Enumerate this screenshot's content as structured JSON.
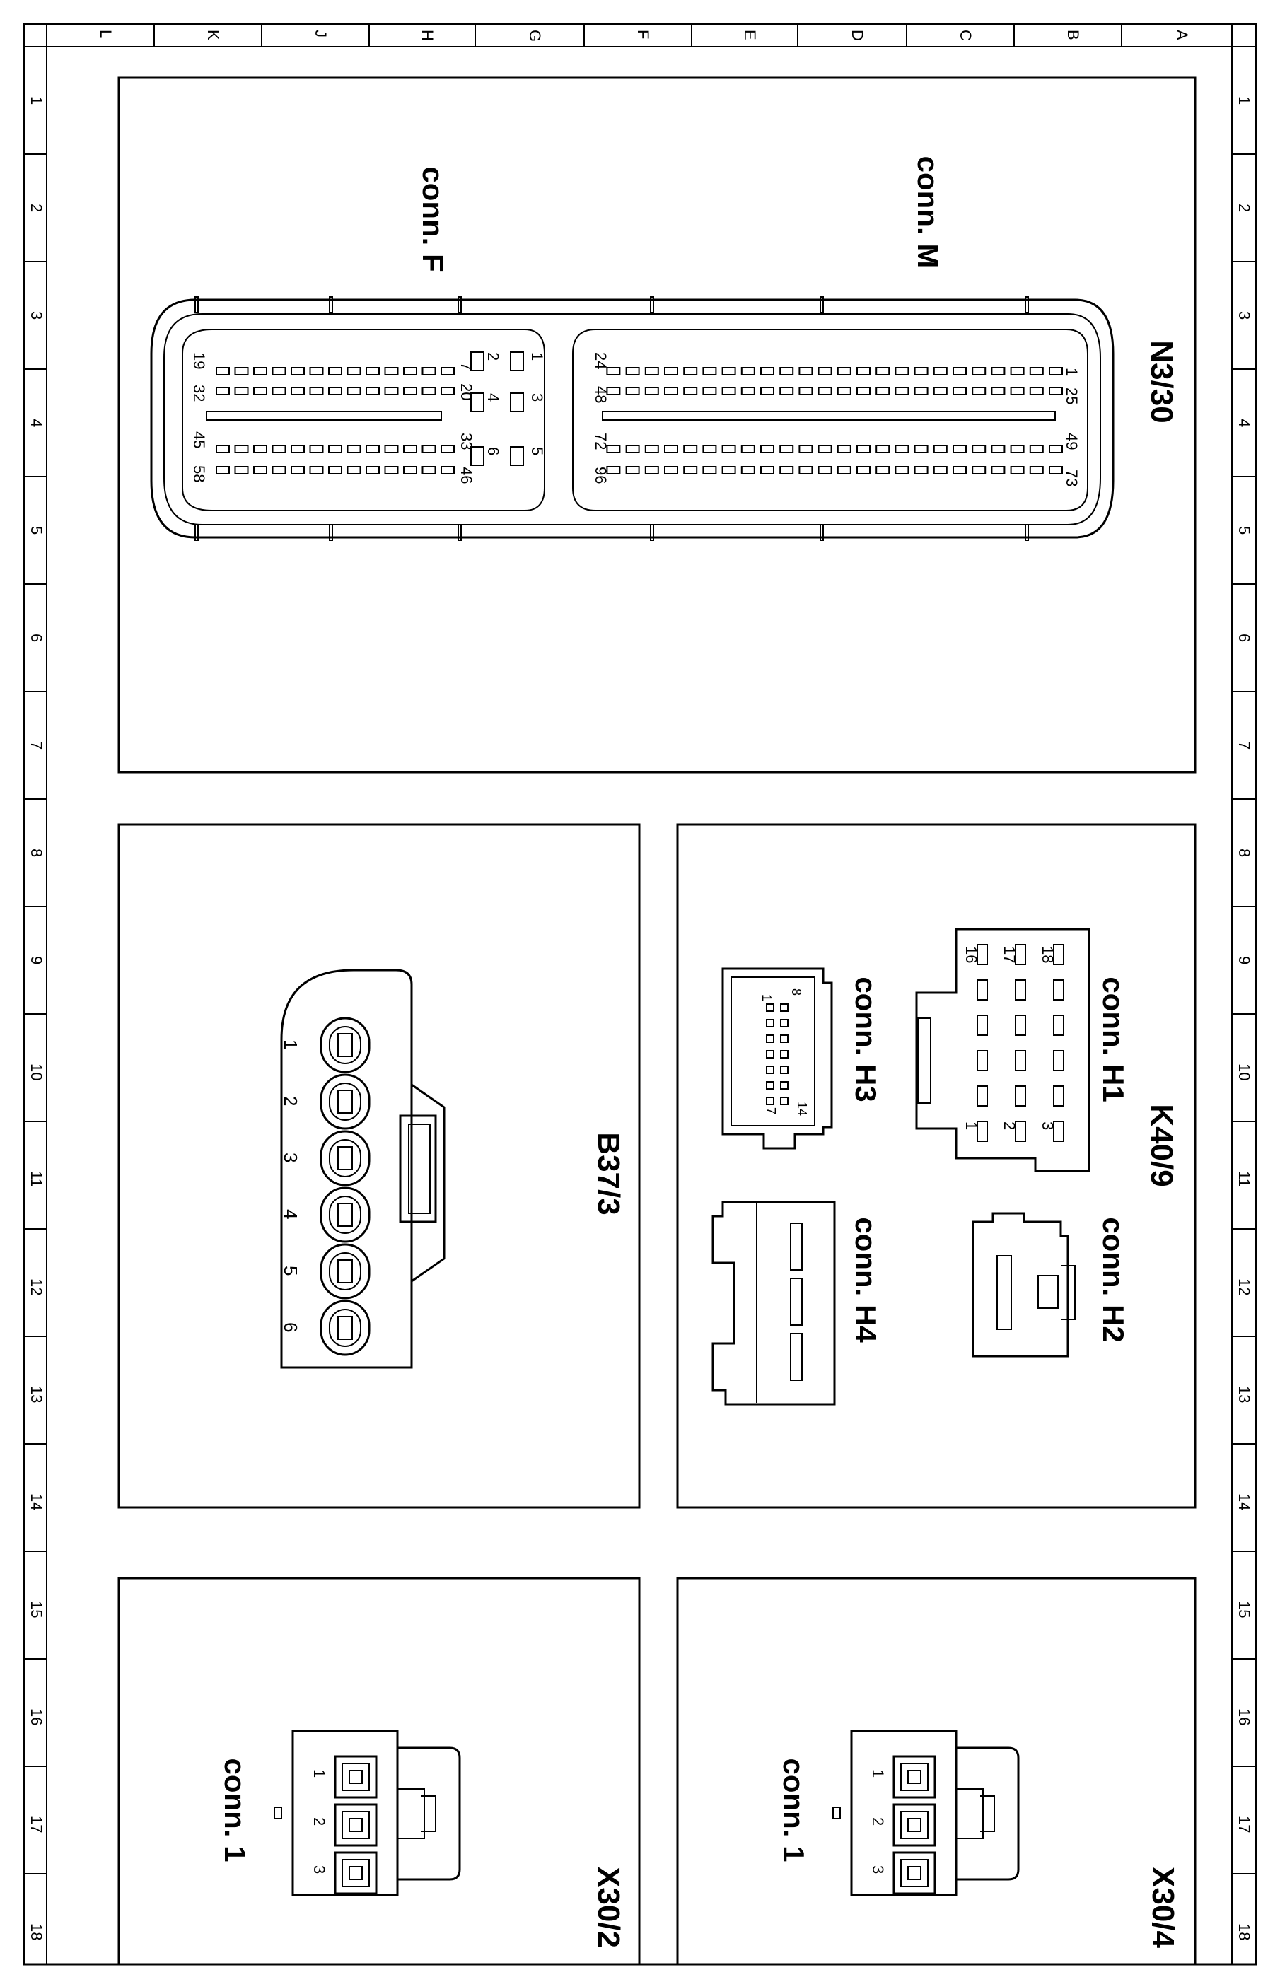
{
  "grid": {
    "columns": [
      "L",
      "K",
      "J",
      "H",
      "G",
      "F",
      "E",
      "D",
      "C",
      "B",
      "A"
    ],
    "rows": [
      "1",
      "2",
      "3",
      "4",
      "5",
      "6",
      "7",
      "8",
      "9",
      "10",
      "11",
      "12",
      "13",
      "14",
      "15",
      "16",
      "17",
      "18"
    ]
  },
  "n3_30": {
    "title": "N3/30",
    "conn_m": {
      "label": "conn. M",
      "pins": {
        "r1_start": "1",
        "r1_end": "24",
        "r2_start": "25",
        "r2_end": "48",
        "r3_start": "49",
        "r3_end": "72",
        "r4_start": "73",
        "r4_end": "96"
      }
    },
    "conn_f": {
      "label": "conn. F",
      "pins": {
        "a1": "1",
        "a2": "2",
        "b1": "3",
        "b2": "4",
        "c1": "5",
        "c2": "6",
        "r1_start": "7",
        "r1_end": "19",
        "r2_start": "20",
        "r2_end": "32",
        "r3_start": "33",
        "r3_end": "45",
        "r4_start": "46",
        "r4_end": "58"
      }
    }
  },
  "b37_3": {
    "title": "B37/3",
    "pins": [
      "1",
      "2",
      "3",
      "4",
      "5",
      "6"
    ]
  },
  "k40_9": {
    "title": "K40/9",
    "conn_h1": {
      "label": "conn. H1",
      "pins": {
        "p1": "1",
        "p2": "2",
        "p3": "3",
        "p16": "16",
        "p17": "17",
        "p18": "18"
      }
    },
    "conn_h2": {
      "label": "conn. H2"
    },
    "conn_h3": {
      "label": "conn. H3",
      "pins": {
        "p1": "1",
        "p7": "7",
        "p8": "8",
        "p14": "14"
      }
    },
    "conn_h4": {
      "label": "conn. H4"
    }
  },
  "x30_2": {
    "title": "X30/2",
    "conn_label": "conn. 1",
    "pins": [
      "1",
      "2",
      "3"
    ]
  },
  "x30_4": {
    "title": "X30/4",
    "conn_label": "conn. 1",
    "pins": [
      "1",
      "2",
      "3"
    ]
  }
}
